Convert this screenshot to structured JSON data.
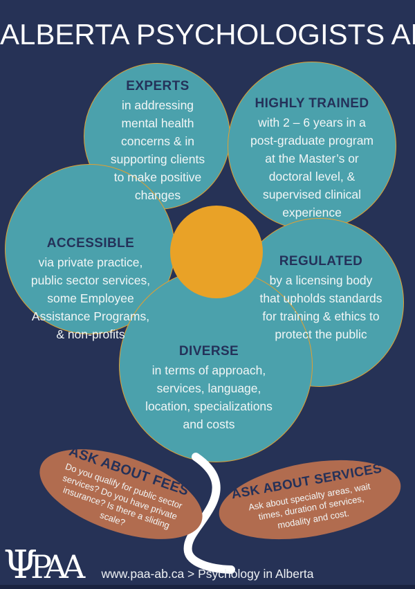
{
  "title": "ALBERTA PSYCHOLOGISTS ARE:",
  "petals": [
    {
      "heading": "EXPERTS",
      "body": [
        "in addressing",
        "mental health",
        "concerns & in",
        "supporting clients",
        "to make positive",
        "changes"
      ]
    },
    {
      "heading": "HIGHLY TRAINED",
      "body": [
        "with 2 – 6 years in a",
        "post-graduate program",
        "at the Master’s or",
        "doctoral level, &",
        "supervised clinical",
        "experience"
      ]
    },
    {
      "heading": "ACCESSIBLE",
      "body": [
        "via private practice,",
        "public sector services,",
        "some Employee",
        "Assistance Programs,",
        "& non-profits"
      ]
    },
    {
      "heading": "REGULATED",
      "body": [
        "by a licensing body",
        "that upholds standards",
        "for training & ethics to",
        "protect the public"
      ]
    },
    {
      "heading": "DIVERSE",
      "body": [
        "in terms of approach,",
        "services, language,",
        "location, specializations",
        "and costs"
      ]
    }
  ],
  "callouts": [
    {
      "heading": "ASK ABOUT FEES",
      "body": [
        "Do you qualify for public sector",
        "services? Do you have private",
        "insurance? Is there a sliding",
        "scale?"
      ]
    },
    {
      "heading": "ASK ABOUT SERVICES",
      "body": [
        "Ask about specialty areas, wait",
        "times, duration of services,",
        "modality and cost."
      ]
    }
  ],
  "footer": {
    "logo_psi": "Ψ",
    "logo_text": "PAA",
    "link": "www.paa-ab.ca > Psychology in Alberta"
  },
  "colors": {
    "background": "#263256",
    "petal": "#4BA1AC",
    "petal_border": "#E3A030",
    "center": "#E9A227",
    "callout": "#B16C4F",
    "heading": "#243159",
    "body_text": "#F2F6F6"
  }
}
